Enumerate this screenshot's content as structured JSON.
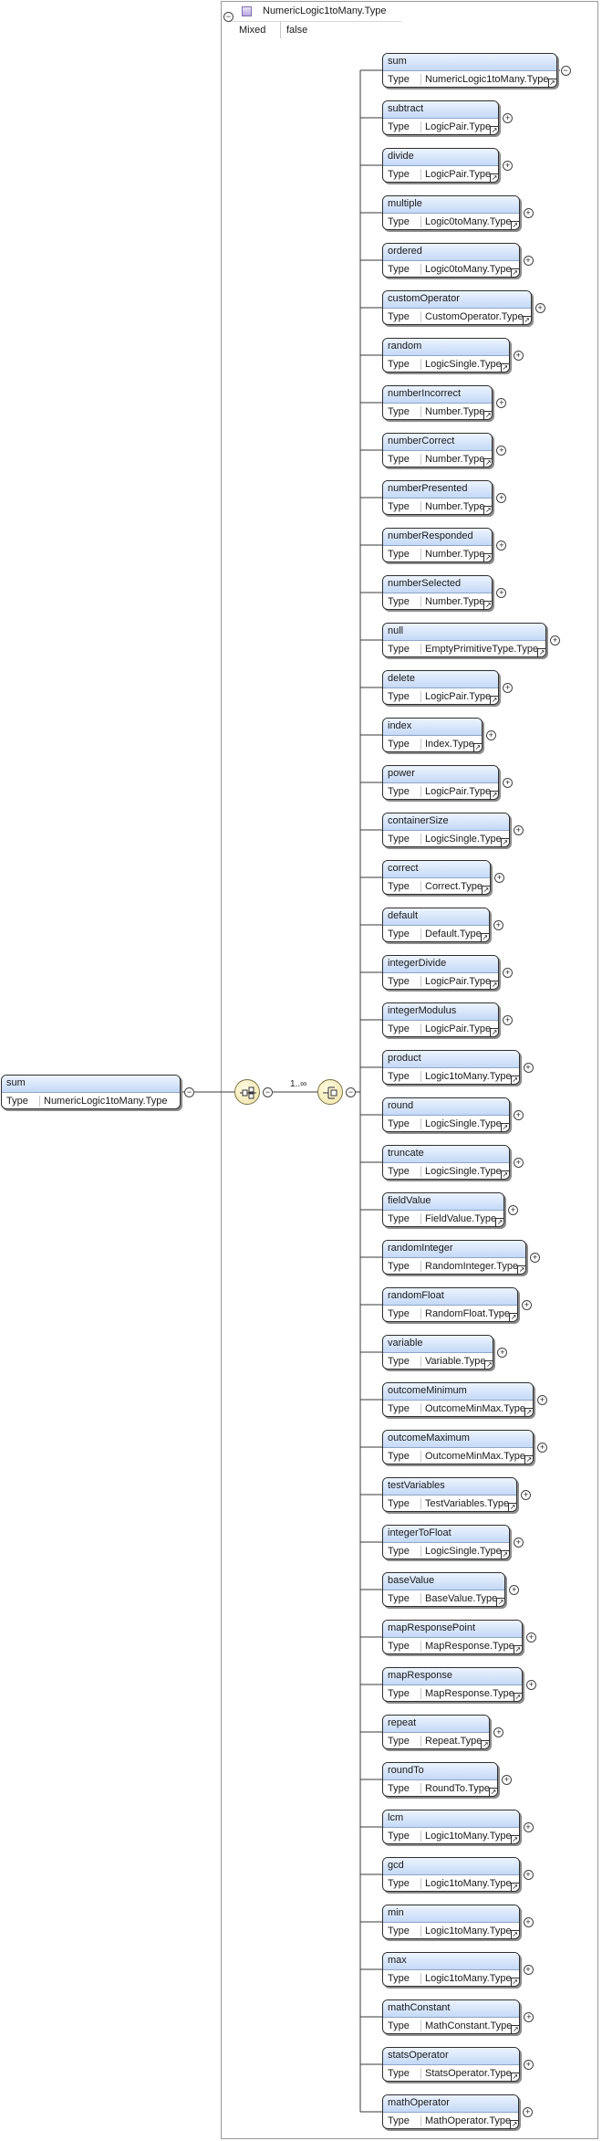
{
  "root": {
    "name": "sum",
    "type_label": "Type",
    "type": "NumericLogic1toMany.Type"
  },
  "complex_type": {
    "name": "NumericLogic1toMany.Type",
    "mixed_label": "Mixed",
    "mixed_value": "false"
  },
  "multiplicity": "1..∞",
  "icons": {
    "collapse": "minus-circle-icon",
    "expand": "plus-circle-icon",
    "reference": "arrow-reference-icon",
    "sequence": "sequence-compositor-icon",
    "choice": "choice-compositor-icon",
    "complex_type": "complex-type-icon"
  },
  "colors": {
    "header_fill": "#c4d9f7",
    "compositor_fill": "#efe2a6",
    "border": "#2f2f2f"
  },
  "elements": [
    {
      "name": "sum",
      "type": "NumericLogic1toMany.Type"
    },
    {
      "name": "subtract",
      "type": "LogicPair.Type"
    },
    {
      "name": "divide",
      "type": "LogicPair.Type"
    },
    {
      "name": "multiple",
      "type": "Logic0toMany.Type"
    },
    {
      "name": "ordered",
      "type": "Logic0toMany.Type"
    },
    {
      "name": "customOperator",
      "type": "CustomOperator.Type"
    },
    {
      "name": "random",
      "type": "LogicSingle.Type"
    },
    {
      "name": "numberIncorrect",
      "type": "Number.Type"
    },
    {
      "name": "numberCorrect",
      "type": "Number.Type"
    },
    {
      "name": "numberPresented",
      "type": "Number.Type"
    },
    {
      "name": "numberResponded",
      "type": "Number.Type"
    },
    {
      "name": "numberSelected",
      "type": "Number.Type"
    },
    {
      "name": "null",
      "type": "EmptyPrimitiveType.Type"
    },
    {
      "name": "delete",
      "type": "LogicPair.Type"
    },
    {
      "name": "index",
      "type": "Index.Type"
    },
    {
      "name": "power",
      "type": "LogicPair.Type"
    },
    {
      "name": "containerSize",
      "type": "LogicSingle.Type"
    },
    {
      "name": "correct",
      "type": "Correct.Type"
    },
    {
      "name": "default",
      "type": "Default.Type"
    },
    {
      "name": "integerDivide",
      "type": "LogicPair.Type"
    },
    {
      "name": "integerModulus",
      "type": "LogicPair.Type"
    },
    {
      "name": "product",
      "type": "Logic1toMany.Type"
    },
    {
      "name": "round",
      "type": "LogicSingle.Type"
    },
    {
      "name": "truncate",
      "type": "LogicSingle.Type"
    },
    {
      "name": "fieldValue",
      "type": "FieldValue.Type"
    },
    {
      "name": "randomInteger",
      "type": "RandomInteger.Type"
    },
    {
      "name": "randomFloat",
      "type": "RandomFloat.Type"
    },
    {
      "name": "variable",
      "type": "Variable.Type"
    },
    {
      "name": "outcomeMinimum",
      "type": "OutcomeMinMax.Type"
    },
    {
      "name": "outcomeMaximum",
      "type": "OutcomeMinMax.Type"
    },
    {
      "name": "testVariables",
      "type": "TestVariables.Type"
    },
    {
      "name": "integerToFloat",
      "type": "LogicSingle.Type"
    },
    {
      "name": "baseValue",
      "type": "BaseValue.Type"
    },
    {
      "name": "mapResponsePoint",
      "type": "MapResponse.Type"
    },
    {
      "name": "mapResponse",
      "type": "MapResponse.Type"
    },
    {
      "name": "repeat",
      "type": "Repeat.Type"
    },
    {
      "name": "roundTo",
      "type": "RoundTo.Type"
    },
    {
      "name": "lcm",
      "type": "Logic1toMany.Type"
    },
    {
      "name": "gcd",
      "type": "Logic1toMany.Type"
    },
    {
      "name": "min",
      "type": "Logic1toMany.Type"
    },
    {
      "name": "max",
      "type": "Logic1toMany.Type"
    },
    {
      "name": "mathConstant",
      "type": "MathConstant.Type"
    },
    {
      "name": "statsOperator",
      "type": "StatsOperator.Type"
    },
    {
      "name": "mathOperator",
      "type": "MathOperator.Type"
    }
  ],
  "type_label": "Type"
}
